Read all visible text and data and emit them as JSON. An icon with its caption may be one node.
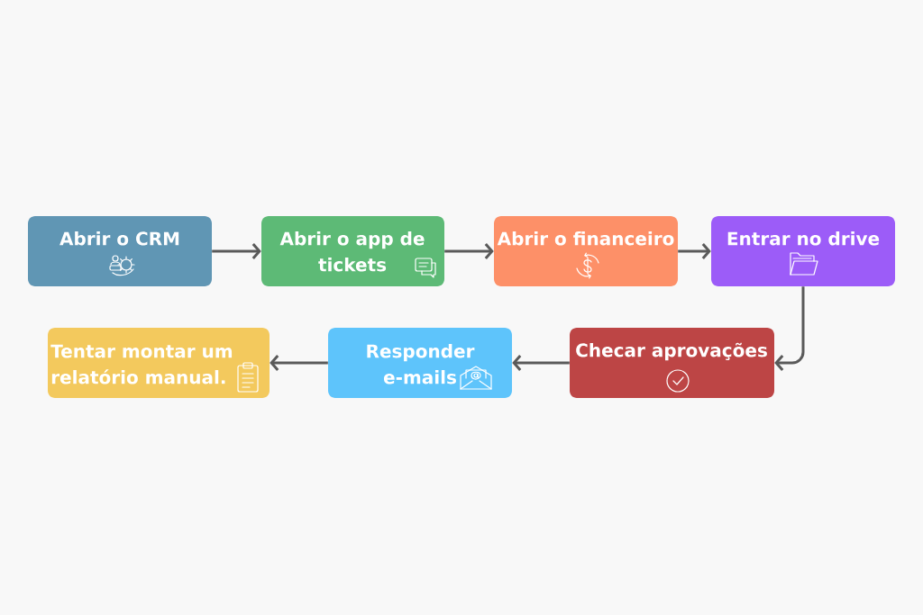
{
  "diagram": {
    "nodes": [
      {
        "text": [
          "Abrir o CRM"
        ]
      },
      {
        "text": [
          "Abrir o app de tickets"
        ]
      },
      {
        "text": [
          "Abrir o financeiro"
        ]
      },
      {
        "text": [
          "Entrar no drive"
        ]
      },
      {
        "text": [
          "Checar aprovações"
        ]
      },
      {
        "text": [
          "Responder e-mails"
        ]
      },
      {
        "text": [
          "Tentar montar um relatório manual."
        ]
      }
    ],
    "edges": [
      {
        "from": 0,
        "to": 1,
        "arrow": "to"
      },
      {
        "from": 1,
        "to": 2,
        "arrow": "to"
      },
      {
        "from": 2,
        "to": 3,
        "arrow": "to"
      },
      {
        "from": 3,
        "to": 4,
        "arrow": "to"
      },
      {
        "from": 4,
        "to": 5,
        "arrow": "to"
      },
      {
        "from": 5,
        "to": 6,
        "arrow": "to"
      }
    ]
  }
}
